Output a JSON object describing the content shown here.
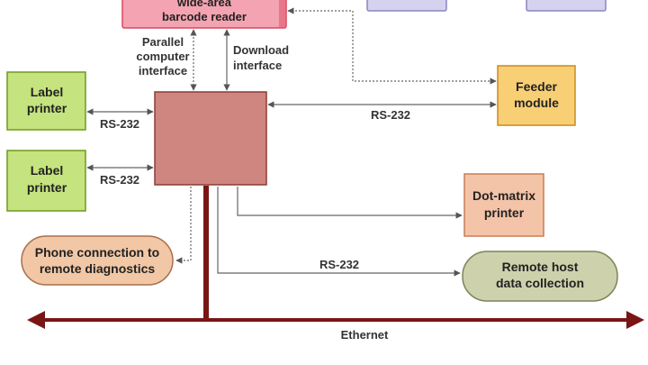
{
  "nodes": {
    "barcode_reader": {
      "line1": "wide-area",
      "line2": "barcode reader",
      "fill": "#f3a3b1",
      "stroke": "#d9485f"
    },
    "controller": {
      "fill": "#cf8680",
      "stroke": "#8c3b37"
    },
    "feeder": {
      "line1": "Feeder",
      "line2": "module",
      "fill": "#f9cf75",
      "stroke": "#c98a1d"
    },
    "label_printer_1": {
      "line1": "Label",
      "line2": "printer",
      "fill": "#c5e37e",
      "stroke": "#6f9a1e"
    },
    "label_printer_2": {
      "line1": "Label",
      "line2": "printer",
      "fill": "#c5e37e",
      "stroke": "#6f9a1e"
    },
    "dot_matrix": {
      "line1": "Dot-matrix",
      "line2": "printer",
      "fill": "#f4c4a8",
      "stroke": "#c77f55"
    },
    "phone": {
      "line1": "Phone connection to",
      "line2": "remote diagnostics",
      "fill": "#f1c7a6",
      "stroke": "#a8704b"
    },
    "remote_host": {
      "line1": "Remote host",
      "line2": "data collection",
      "fill": "#cdd2ac",
      "stroke": "#7d835a"
    },
    "top_box_left": {
      "fill": "#d4d2ef",
      "stroke": "#8a86c0"
    },
    "top_box_right": {
      "fill": "#d4d2ef",
      "stroke": "#8a86c0"
    }
  },
  "edge_labels": {
    "parallel_1": "Parallel",
    "parallel_2": "computer",
    "parallel_3": "interface",
    "download_1": "Download",
    "download_2": "interface",
    "rs232_printer1": "RS-232",
    "rs232_printer2": "RS-232",
    "rs232_feeder": "RS-232",
    "rs232_host": "RS-232"
  },
  "bus": {
    "label": "Ethernet",
    "color": "#7a1515"
  }
}
